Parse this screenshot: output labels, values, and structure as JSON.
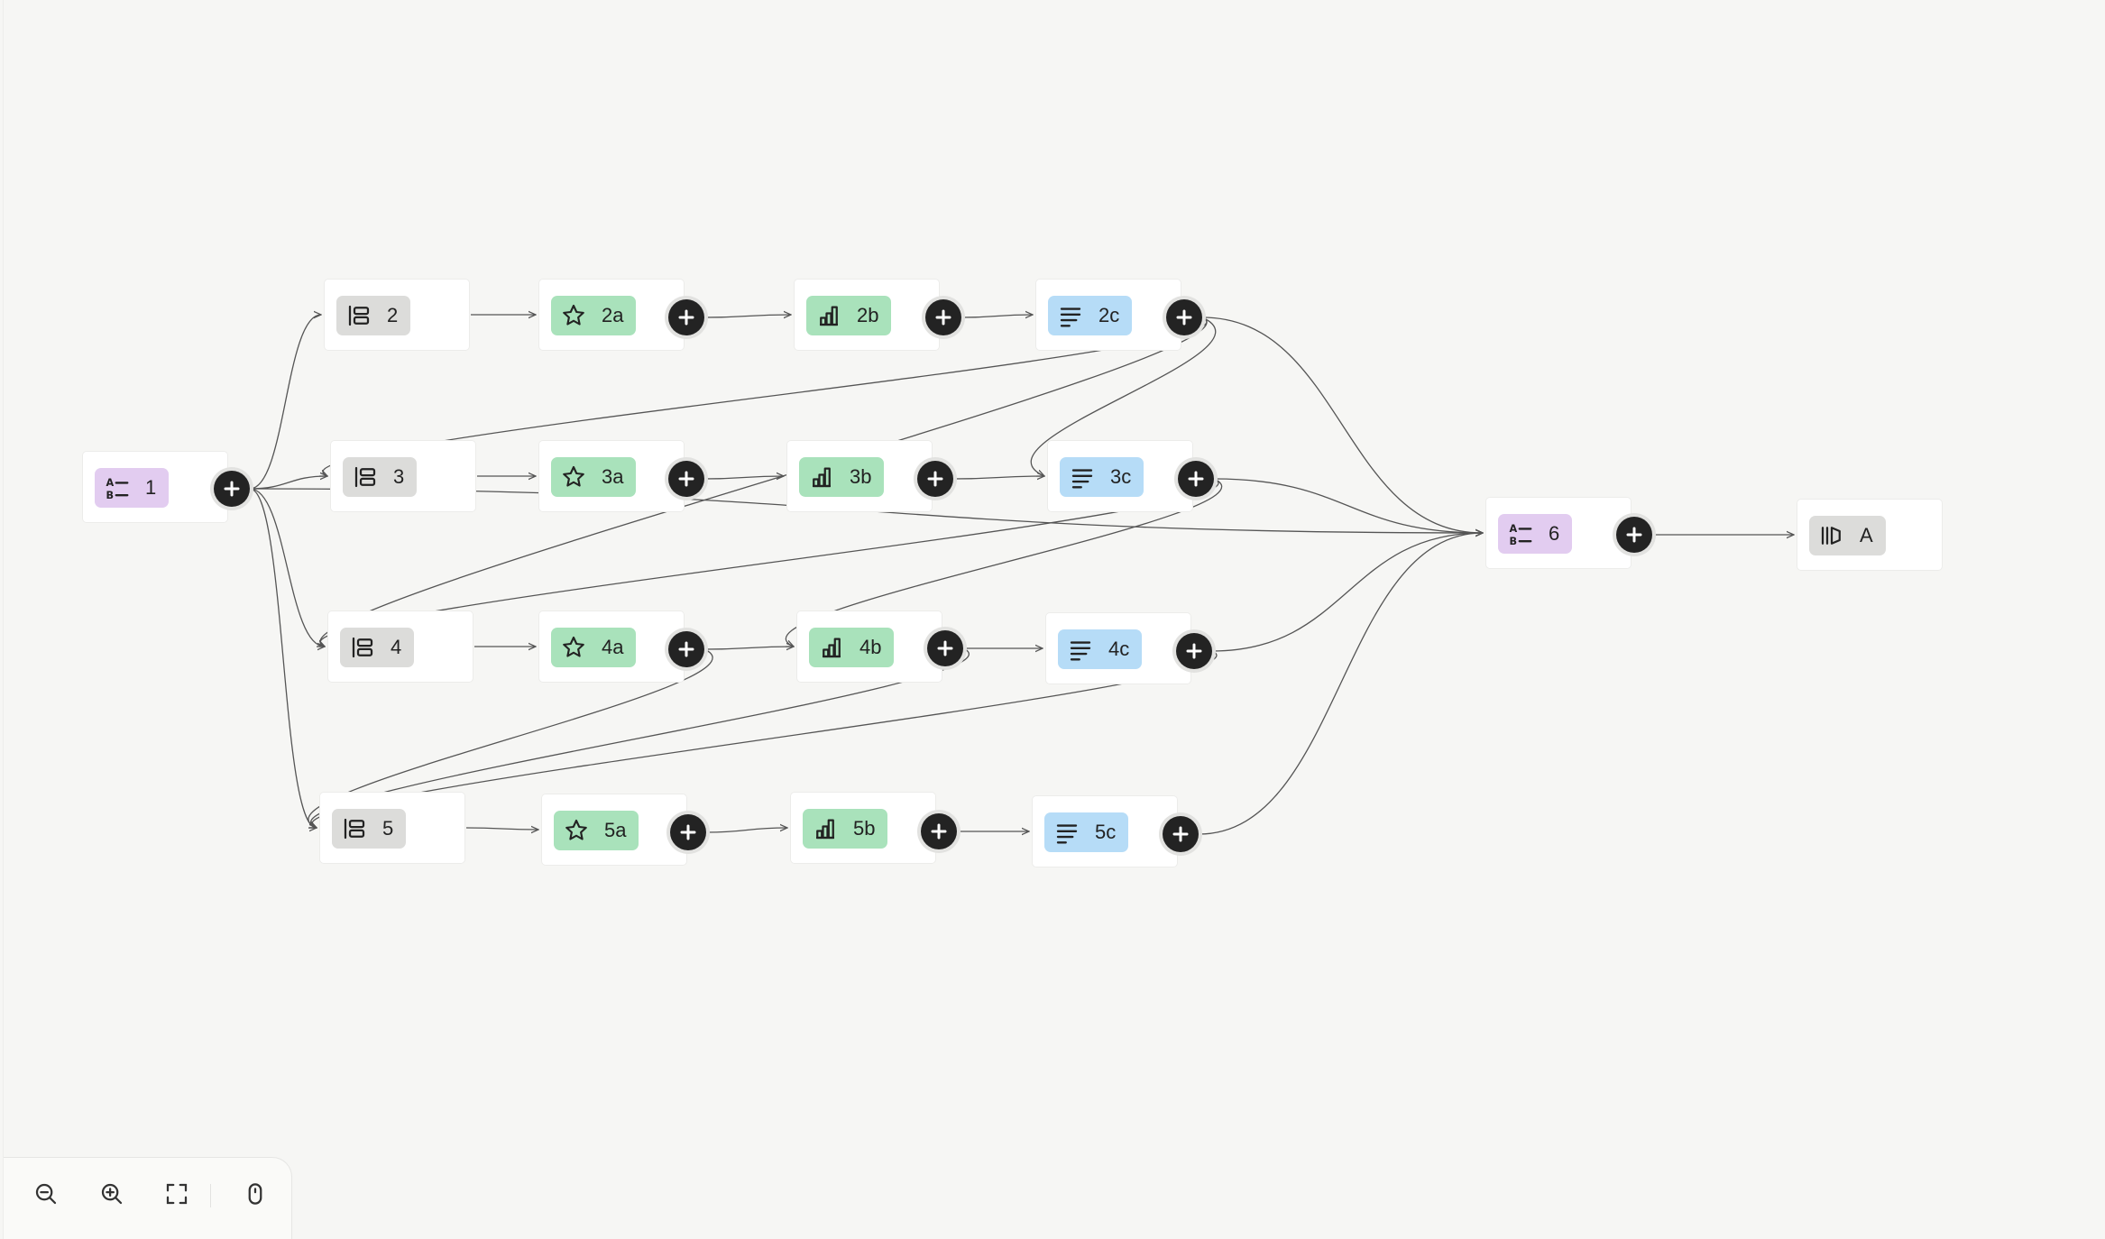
{
  "nodes": [
    {
      "id": "1",
      "label": "1",
      "kind": "ab-list",
      "color": "purple"
    },
    {
      "id": "2",
      "label": "2",
      "kind": "layout",
      "color": "gray"
    },
    {
      "id": "2a",
      "label": "2a",
      "kind": "star",
      "color": "green"
    },
    {
      "id": "2b",
      "label": "2b",
      "kind": "bar-chart",
      "color": "green"
    },
    {
      "id": "2c",
      "label": "2c",
      "kind": "text-lines",
      "color": "blue"
    },
    {
      "id": "3",
      "label": "3",
      "kind": "layout",
      "color": "gray"
    },
    {
      "id": "3a",
      "label": "3a",
      "kind": "star",
      "color": "green"
    },
    {
      "id": "3b",
      "label": "3b",
      "kind": "bar-chart",
      "color": "green"
    },
    {
      "id": "3c",
      "label": "3c",
      "kind": "text-lines",
      "color": "blue"
    },
    {
      "id": "4",
      "label": "4",
      "kind": "layout",
      "color": "gray"
    },
    {
      "id": "4a",
      "label": "4a",
      "kind": "star",
      "color": "green"
    },
    {
      "id": "4b",
      "label": "4b",
      "kind": "bar-chart",
      "color": "green"
    },
    {
      "id": "4c",
      "label": "4c",
      "kind": "text-lines",
      "color": "blue"
    },
    {
      "id": "5",
      "label": "5",
      "kind": "layout",
      "color": "gray"
    },
    {
      "id": "5a",
      "label": "5a",
      "kind": "star",
      "color": "green"
    },
    {
      "id": "5b",
      "label": "5b",
      "kind": "bar-chart",
      "color": "green"
    },
    {
      "id": "5c",
      "label": "5c",
      "kind": "text-lines",
      "color": "blue"
    },
    {
      "id": "6",
      "label": "6",
      "kind": "ab-list",
      "color": "purple"
    },
    {
      "id": "A",
      "label": "A",
      "kind": "columns",
      "color": "gray"
    }
  ],
  "edges": [
    [
      "1",
      "2"
    ],
    [
      "1",
      "3"
    ],
    [
      "1",
      "4"
    ],
    [
      "1",
      "5"
    ],
    [
      "1",
      "6"
    ],
    [
      "2",
      "2a"
    ],
    [
      "2a",
      "2b"
    ],
    [
      "2b",
      "2c"
    ],
    [
      "2c",
      "6"
    ],
    [
      "2c",
      "3"
    ],
    [
      "2c",
      "4"
    ],
    [
      "2c",
      "3c"
    ],
    [
      "3",
      "3a"
    ],
    [
      "3a",
      "3b"
    ],
    [
      "3b",
      "3c"
    ],
    [
      "3c",
      "6"
    ],
    [
      "3c",
      "4"
    ],
    [
      "3c",
      "4b"
    ],
    [
      "4",
      "4a"
    ],
    [
      "4a",
      "4b"
    ],
    [
      "4b",
      "4c"
    ],
    [
      "4c",
      "6"
    ],
    [
      "4c",
      "5"
    ],
    [
      "4a",
      "5"
    ],
    [
      "4b",
      "5"
    ],
    [
      "5",
      "5a"
    ],
    [
      "5a",
      "5b"
    ],
    [
      "5b",
      "5c"
    ],
    [
      "5c",
      "6"
    ],
    [
      "6",
      "A"
    ]
  ],
  "colors": {
    "purple": "#e2ccf0",
    "gray": "#dcdcda",
    "green": "#a9e2bb",
    "blue": "#b6dcf7",
    "add_button": "#232323",
    "canvas": "#f6f6f4",
    "node": "#ffffff",
    "edge": "#555555"
  },
  "controls": [
    {
      "name": "zoom-out-button",
      "icon": "zoom-out-icon"
    },
    {
      "name": "zoom-in-button",
      "icon": "zoom-in-icon"
    },
    {
      "name": "fit-view-button",
      "icon": "fit-view-icon"
    },
    {
      "name": "scroll-mode-button",
      "icon": "mouse-icon"
    }
  ]
}
